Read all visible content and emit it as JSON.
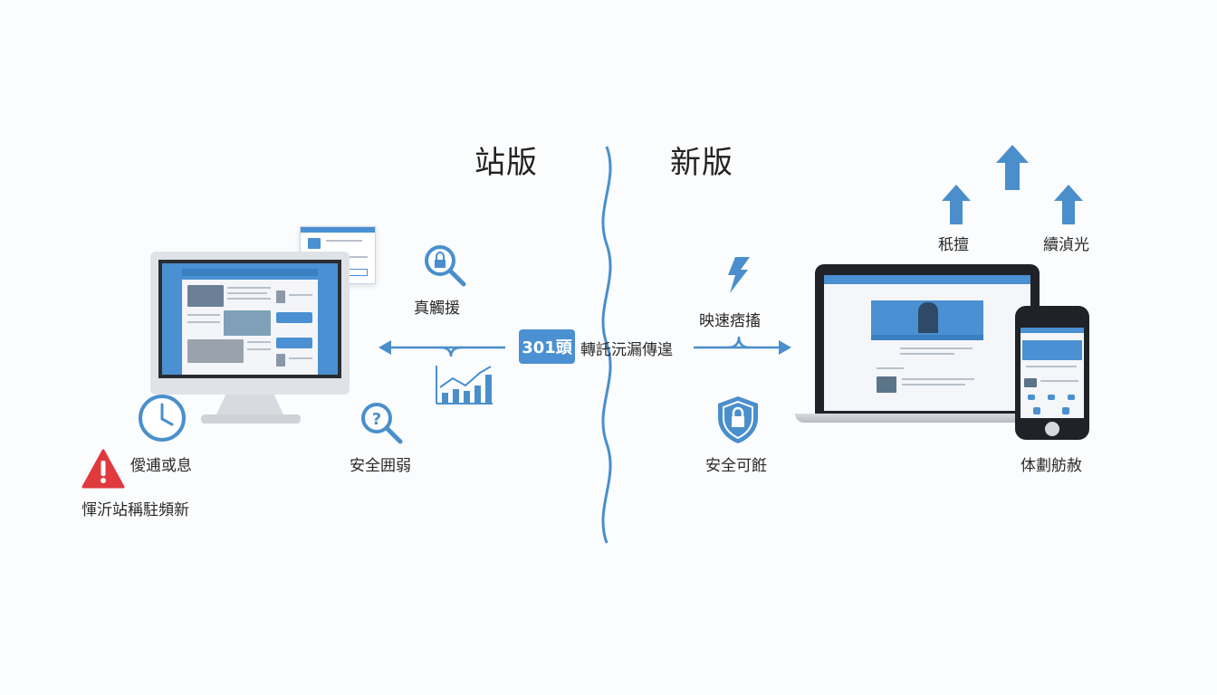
{
  "headings": {
    "old": "站版",
    "new": "新版"
  },
  "center": {
    "badge": "301頭",
    "caption": "轉託沅漏傳遑"
  },
  "left": {
    "search_lock_label": "真觸援",
    "search_question_label": "安全囲弱",
    "clock_label": "僾逋或息",
    "warning_label": "惲沂站稱駐頻新"
  },
  "right": {
    "speed_label": "映速痞搐",
    "shield_label": "安全可餁",
    "arrow_left_label": "秖擅",
    "arrow_right_label": "續湞光",
    "devices_label": "体劃舫赦"
  },
  "colors": {
    "accent": "#4a8fcc",
    "warning": "#e0393e",
    "text": "#222222",
    "background": "#fbfcfd"
  }
}
